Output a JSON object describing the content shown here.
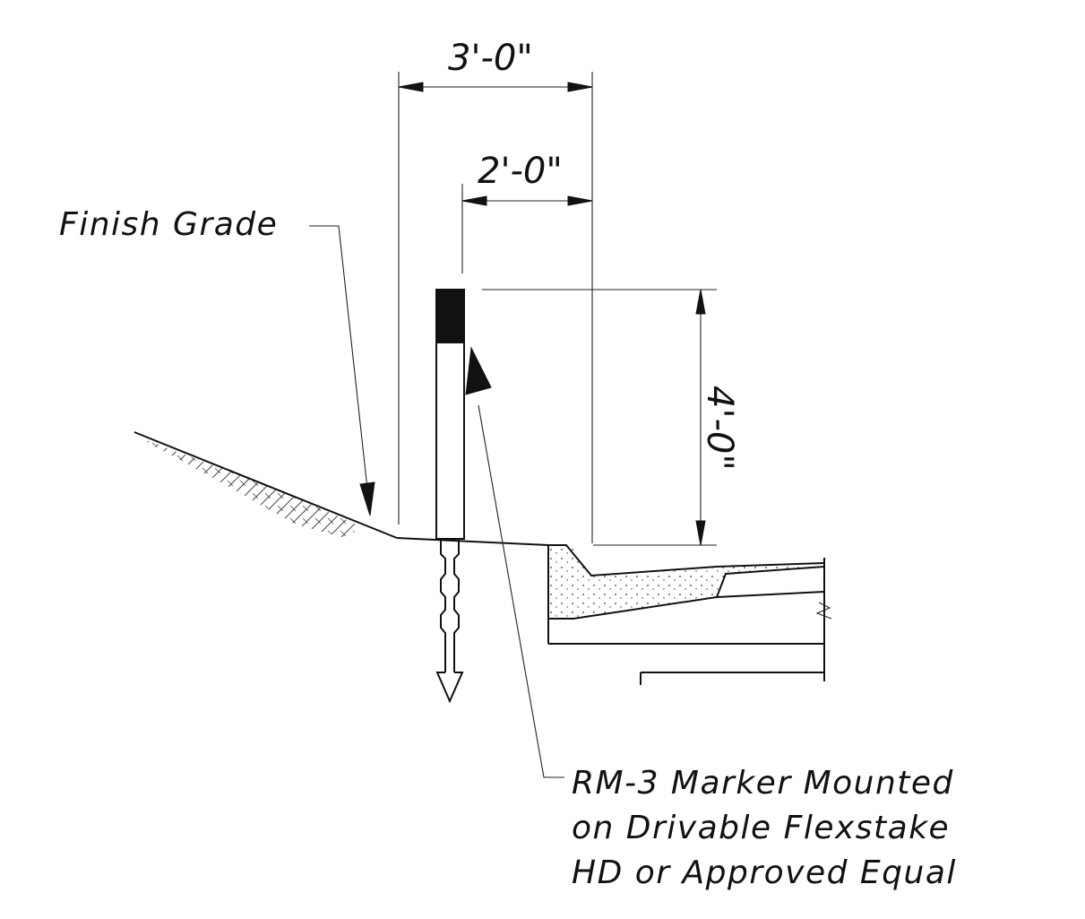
{
  "dimensions": {
    "width_overall": "3'-0\"",
    "width_offset": "2'-0\"",
    "height": "4'-0\""
  },
  "labels": {
    "finish_grade": "Finish Grade",
    "marker_line1": "RM-3 Marker Mounted",
    "marker_line2": "on Drivable Flexstake",
    "marker_line3": "HD or Approved Equal"
  }
}
